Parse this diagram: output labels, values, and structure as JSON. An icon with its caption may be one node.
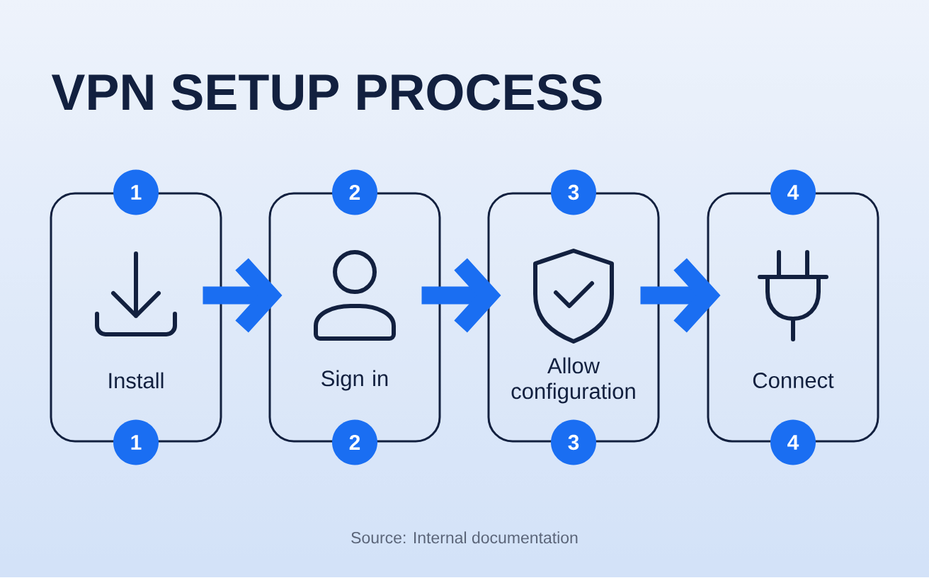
{
  "diagram": {
    "title": "VPN SETUP PROCESS",
    "caption": "Source: Internal documentation",
    "nodes": [
      {
        "text": [
          "Install"
        ],
        "beside": [
          "1",
          "1"
        ]
      },
      {
        "text": [
          "Sign in"
        ],
        "beside": [
          "2",
          "2"
        ]
      },
      {
        "text": [
          "Allow configuration"
        ],
        "beside": [
          "3",
          "3"
        ]
      },
      {
        "text": [
          "Connect"
        ],
        "beside": [
          "4",
          "4"
        ]
      }
    ],
    "edges": [
      {
        "from": 0,
        "to": 1,
        "arrow": "to"
      },
      {
        "from": 1,
        "to": 2,
        "arrow": "to"
      },
      {
        "from": 2,
        "to": 3,
        "arrow": "to"
      }
    ]
  }
}
